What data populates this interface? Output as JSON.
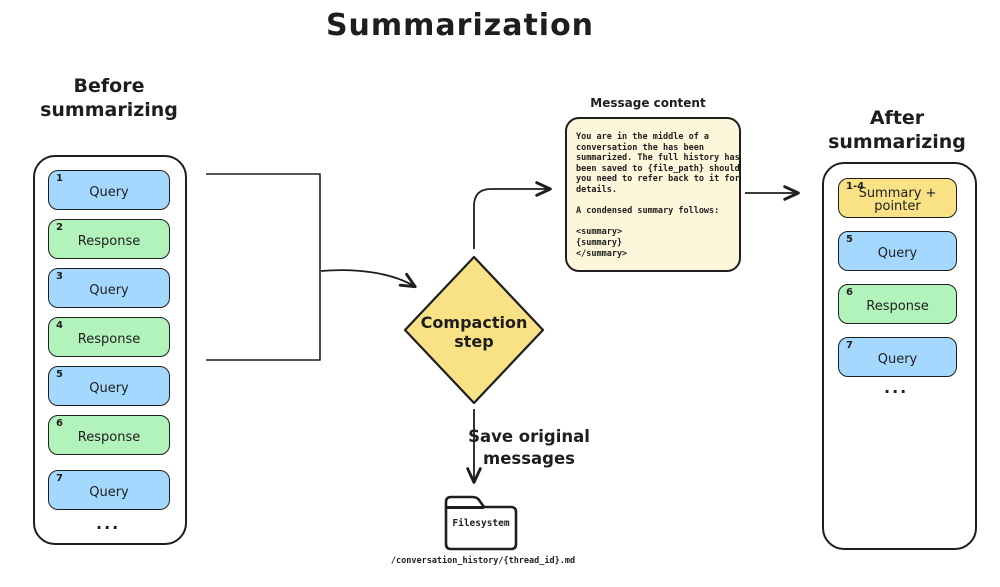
{
  "title": "Summarization",
  "colors": {
    "ink": "#1e1e1e",
    "query": "#a5d8ff",
    "response": "#b2f2bb",
    "summary": "#f9e286",
    "note_bg": "#fdf6da"
  },
  "before": {
    "label": "Before\nsummarizing",
    "items": [
      {
        "num": "1",
        "label": "Query",
        "type": "query"
      },
      {
        "num": "2",
        "label": "Response",
        "type": "response"
      },
      {
        "num": "3",
        "label": "Query",
        "type": "query"
      },
      {
        "num": "4",
        "label": "Response",
        "type": "response"
      },
      {
        "num": "5",
        "label": "Query",
        "type": "query"
      },
      {
        "num": "6",
        "label": "Response",
        "type": "response"
      },
      {
        "num": "7",
        "label": "Query",
        "type": "query"
      }
    ],
    "ellipsis": "..."
  },
  "after": {
    "label": "After\nsummarizing",
    "items": [
      {
        "num": "1-4",
        "label": "Summary +\npointer",
        "type": "summary"
      },
      {
        "num": "5",
        "label": "Query",
        "type": "query"
      },
      {
        "num": "6",
        "label": "Response",
        "type": "response"
      },
      {
        "num": "7",
        "label": "Query",
        "type": "query"
      }
    ],
    "ellipsis": "..."
  },
  "compaction": {
    "label": "Compaction\nstep"
  },
  "note": {
    "title": "Message content",
    "body": "You are in the middle of a\nconversation the has been\nsummarized. The full history has\nbeen saved to {file_path} should\nyou need to refer back to it for\ndetails.\n\nA condensed summary follows:\n\n<summary>\n{summary}\n</summary>"
  },
  "save_label": "Save original\nmessages",
  "filesystem": {
    "label": "Filesystem",
    "path": "/conversation_history/{thread_id}.md"
  }
}
